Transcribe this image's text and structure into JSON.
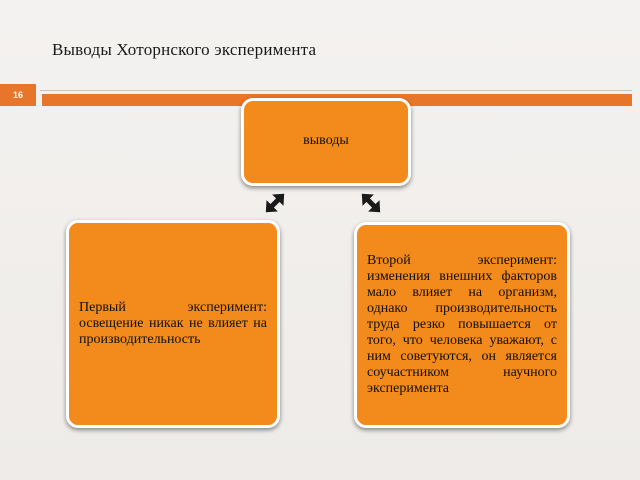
{
  "slide": {
    "title": "Выводы Хоторнского эксперимента",
    "number": "16",
    "accent_color": "#e7762a",
    "box_color": "#f28a1c"
  },
  "diagram": {
    "top_box": "выводы",
    "left_box": "Первый эксперимент: освещение никак не влияет на производительность",
    "right_box": "Второй эксперимент: изменения внешних факторов мало влияет на организм, однако производительность труда резко повышается от того, что человека уважают, с ним советуются, он является соучастником научного эксперимента",
    "arrows": [
      "double-arrow-icon",
      "double-arrow-icon"
    ]
  }
}
